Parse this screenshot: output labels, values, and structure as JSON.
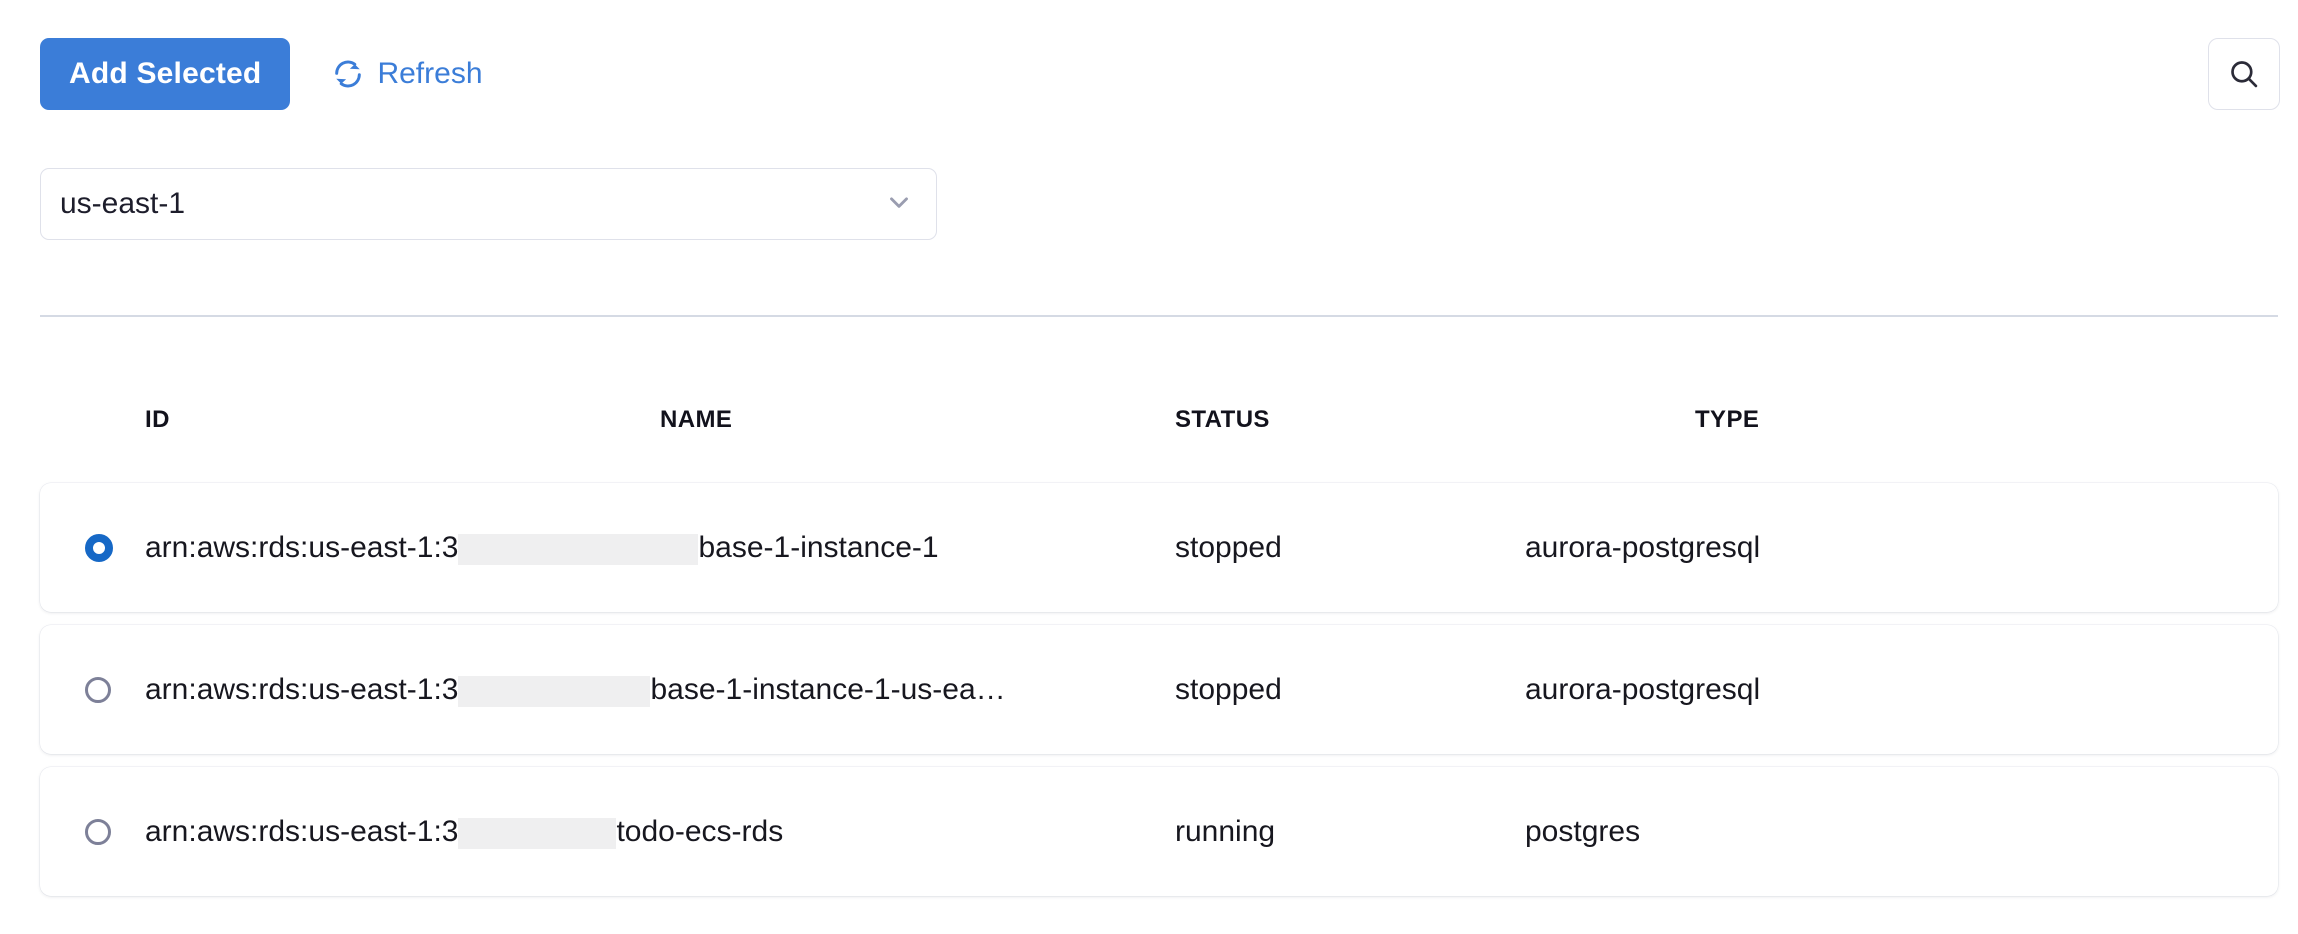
{
  "toolbar": {
    "add_selected_label": "Add Selected",
    "refresh_label": "Refresh",
    "refresh_icon": "sync-refresh-icon",
    "search_icon": "search-icon",
    "accent_color": "#3b7dd8"
  },
  "region_filter": {
    "selected": "us-east-1",
    "chevron_icon": "chevron-down-icon"
  },
  "table": {
    "columns": [
      "ID",
      "NAME",
      "STATUS",
      "TYPE"
    ],
    "rows": [
      {
        "selected": true,
        "id_prefix": "arn:aws:rds:us-east-1:3",
        "id_redacted": true,
        "id_suffix": "base-1-instance-1",
        "status": "stopped",
        "type": "aurora-postgresql"
      },
      {
        "selected": false,
        "id_prefix": "arn:aws:rds:us-east-1:3",
        "id_redacted": true,
        "id_suffix": "base-1-instance-1-us-ea…",
        "status": "stopped",
        "type": "aurora-postgresql"
      },
      {
        "selected": false,
        "id_prefix": "arn:aws:rds:us-east-1:3",
        "id_redacted": true,
        "id_suffix": "todo-ecs-rds",
        "status": "running",
        "type": "postgres"
      }
    ],
    "redaction_widths": [
      240,
      192,
      158
    ],
    "redaction_color": "#efeff0"
  }
}
